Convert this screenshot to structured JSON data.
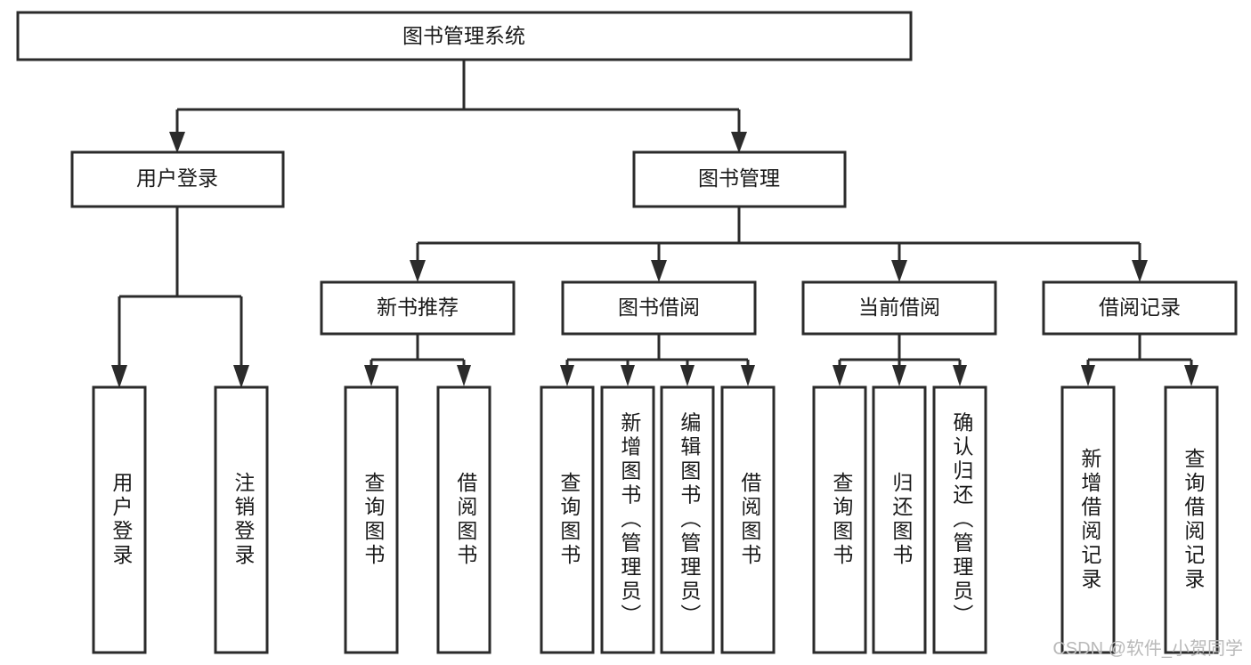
{
  "diagram": {
    "title": "图书管理系统",
    "type": "hierarchy-tree",
    "orientation": "top-down",
    "root": {
      "label": "图书管理系统",
      "level": 1
    },
    "level2": [
      {
        "label": "用户登录"
      },
      {
        "label": "图书管理"
      }
    ],
    "level3": [
      {
        "label": "新书推荐"
      },
      {
        "label": "图书借阅"
      },
      {
        "label": "当前借阅"
      },
      {
        "label": "借阅记录"
      }
    ],
    "leaves": {
      "user_login": [
        {
          "label": "用户登录"
        },
        {
          "label": "注销登录"
        }
      ],
      "new_book_recommend": [
        {
          "label": "查询图书"
        },
        {
          "label": "借阅图书"
        }
      ],
      "book_borrow": [
        {
          "label": "查询图书"
        },
        {
          "label": "新增图书（管理员）"
        },
        {
          "label": "编辑图书（管理员）"
        },
        {
          "label": "借阅图书"
        }
      ],
      "current_borrow": [
        {
          "label": "查询图书"
        },
        {
          "label": "归还图书"
        },
        {
          "label": "确认归还（管理员）"
        }
      ],
      "borrow_record": [
        {
          "label": "新增借阅记录"
        },
        {
          "label": "查询借阅记录"
        }
      ]
    }
  },
  "watermark": {
    "text": "CSDN @软件_小贺同学"
  },
  "colors": {
    "box_stroke": "#2b2b2b",
    "box_fill": "#ffffff",
    "text": "#1a1a1a",
    "watermark": "#b9b9b9",
    "background": "#ffffff"
  }
}
